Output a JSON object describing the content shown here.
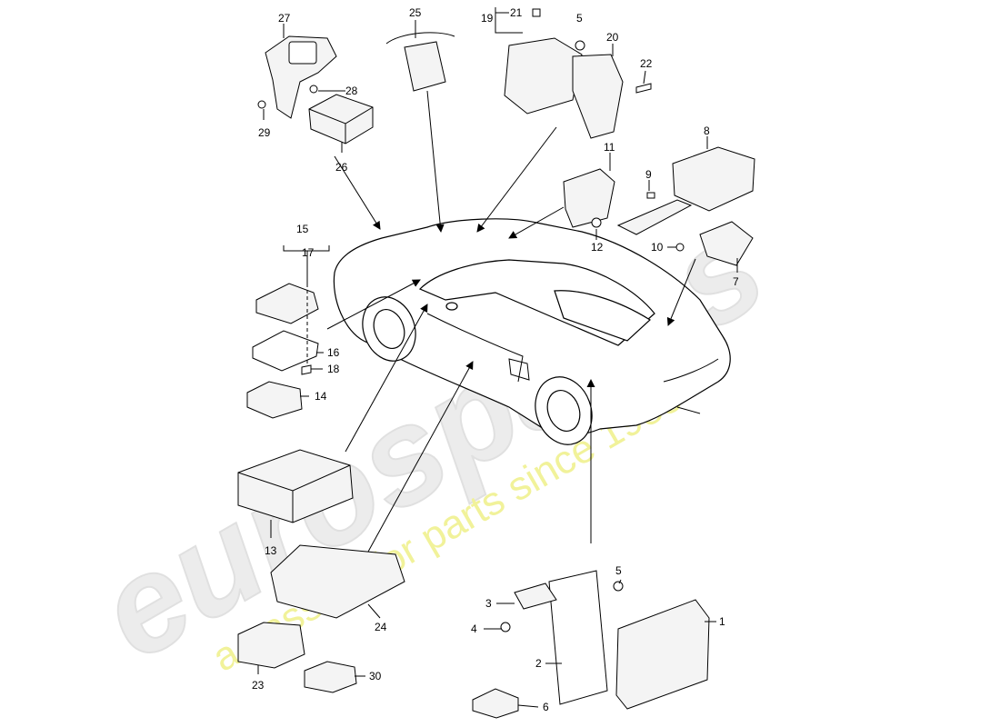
{
  "watermark": {
    "logo_text": "eurospares",
    "tagline": "a passion for parts since 1985"
  },
  "callouts": {
    "c1": "1",
    "c2": "2",
    "c3": "3",
    "c4": "4",
    "c5a": "5",
    "c5b": "5",
    "c6": "6",
    "c7": "7",
    "c8": "8",
    "c9": "9",
    "c10": "10",
    "c11": "11",
    "c12": "12",
    "c13": "13",
    "c14": "14",
    "c15": "15",
    "c16": "16",
    "c17": "17",
    "c18": "18",
    "c19": "19",
    "c20": "20",
    "c21": "21",
    "c22": "22",
    "c23": "23",
    "c24": "24",
    "c25": "25",
    "c26": "26",
    "c27": "27",
    "c28": "28",
    "c29": "29",
    "c30": "30"
  }
}
